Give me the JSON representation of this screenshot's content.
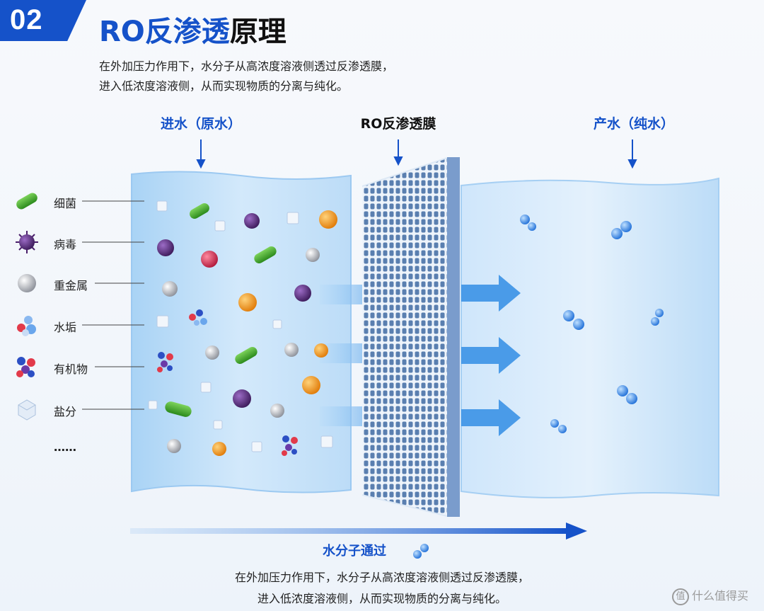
{
  "header": {
    "badge": "02",
    "title_part1": "RO反渗透",
    "title_part2": "原理",
    "description_line1": "在外加压力作用下，水分子从高浓度溶液侧透过反渗透膜，",
    "description_line2": "进入低浓度溶液侧，从而实现物质的分离与纯化。"
  },
  "columns": {
    "inflow": "进水（原水）",
    "membrane": "RO反渗透膜",
    "outflow": "产水（纯水）"
  },
  "legend": [
    {
      "label": "细菌",
      "icon": "bacteria-icon"
    },
    {
      "label": "病毒",
      "icon": "virus-icon"
    },
    {
      "label": "重金属",
      "icon": "heavy-metal-icon"
    },
    {
      "label": "水垢",
      "icon": "scale-icon"
    },
    {
      "label": "有机物",
      "icon": "organic-icon"
    },
    {
      "label": "盐分",
      "icon": "salt-icon"
    }
  ],
  "legend_more": "……",
  "flow": {
    "label": "水分子通过"
  },
  "footer": {
    "line1": "在外加压力作用下，水分子从高浓度溶液侧透过反渗透膜，",
    "line2": "进入低浓度溶液侧，从而实现物质的分离与纯化。"
  },
  "watermark": "什么值得买",
  "colors": {
    "brand_blue": "#1552c9",
    "water_blue": "#cfe6fa",
    "arrow_blue": "#4a9be8",
    "bacteria_green": "#3aa52c",
    "virus_purple": "#5e2a7e",
    "metal_gray": "#b8bcc4",
    "orange": "#f39b1c"
  }
}
